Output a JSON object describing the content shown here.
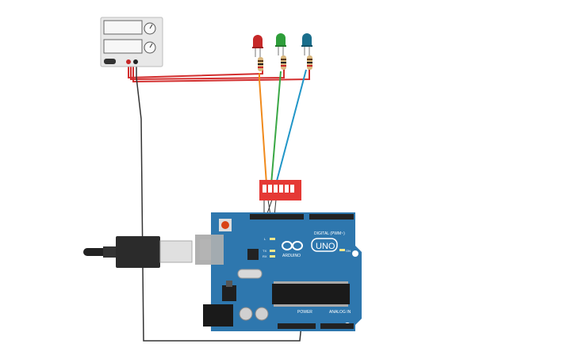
{
  "board": {
    "brand": "ARDUINO",
    "model": "UNO",
    "digital_label": "DIGITAL (PWM~)",
    "power_label": "POWER",
    "analog_label": "ANALOG IN",
    "on_label": "ON",
    "tx_label": "TX",
    "rx_label": "RX",
    "l_label": "L"
  },
  "leds": [
    {
      "color_name": "red",
      "color": "#c62828"
    },
    {
      "color_name": "green",
      "color": "#2e9e3a"
    },
    {
      "color_name": "blue",
      "color": "#1a6e8c"
    }
  ],
  "wire_colors": {
    "power_positive": "#d32f2f",
    "ground": "#333333",
    "red_led": "#f08a1c",
    "green_led": "#3aa845",
    "blue_led": "#2196c8"
  },
  "dip_switch": {
    "positions": 6,
    "color": "#e53935"
  },
  "power_supply": {
    "color": "#e8e8e8"
  }
}
